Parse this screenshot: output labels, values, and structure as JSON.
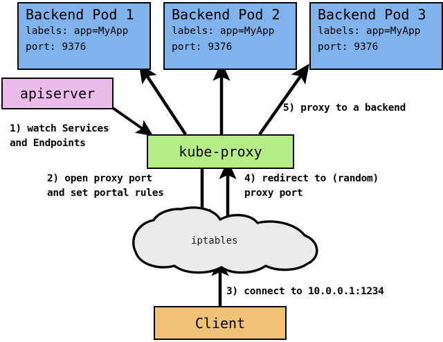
{
  "diagram": {
    "title": "kube-proxy service proxy flow",
    "background": "#ffffff",
    "stroke": "#000000"
  },
  "pods": [
    {
      "name": "Backend Pod 1",
      "labels_line": "labels: app=MyApp",
      "port_line": "port: 9376",
      "color": "#80b3ec"
    },
    {
      "name": "Backend Pod 2",
      "labels_line": "labels: app=MyApp",
      "port_line": "port: 9376",
      "color": "#80b3ec"
    },
    {
      "name": "Backend Pod 3",
      "labels_line": "labels: app=MyApp",
      "port_line": "port: 9376",
      "color": "#80b3ec"
    }
  ],
  "nodes": {
    "apiserver": {
      "label": "apiserver",
      "color": "#ebbceb"
    },
    "kube_proxy": {
      "label": "kube-proxy",
      "color": "#b5ec85"
    },
    "iptables": {
      "label": "iptables",
      "color": "#ebebeb"
    },
    "client": {
      "label": "Client",
      "color": "#efc276"
    }
  },
  "steps": [
    {
      "id": "step-1",
      "line1": "1) watch Services",
      "line2": "and Endpoints"
    },
    {
      "id": "step-2",
      "line1": "2) open proxy port",
      "line2": "and set portal rules"
    },
    {
      "id": "step-3",
      "line1": "3) connect to 10.0.0.1:1234",
      "line2": ""
    },
    {
      "id": "step-4",
      "line1": "4) redirect to (random)",
      "line2": "proxy port"
    },
    {
      "id": "step-5",
      "line1": "5) proxy to a backend",
      "line2": ""
    }
  ]
}
